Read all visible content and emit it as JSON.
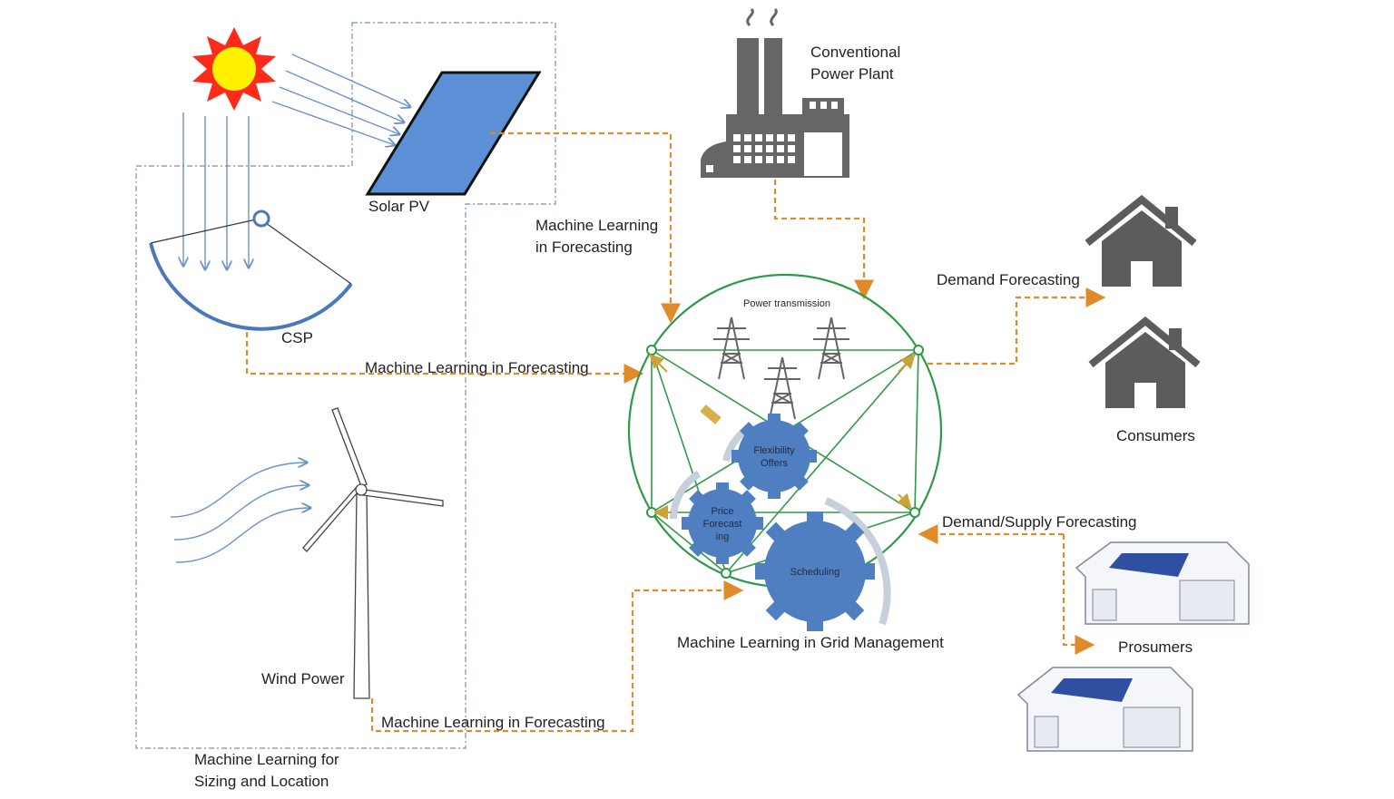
{
  "labels": {
    "conventional_line1": "Conventional",
    "conventional_line2": "Power Plant",
    "solar_pv": "Solar PV",
    "ml_forecasting_top_line1": "Machine Learning",
    "ml_forecasting_top_line2": "in Forecasting",
    "csp": "CSP",
    "ml_forecasting_mid": "Machine Learning in Forecasting",
    "wind_power": "Wind Power",
    "ml_forecasting_bottom": "Machine Learning in Forecasting",
    "ml_sizing_line1": "Machine Learning for",
    "ml_sizing_line2": "Sizing and Location",
    "demand_forecasting": "Demand Forecasting",
    "consumers": "Consumers",
    "demand_supply_forecasting": "Demand/Supply Forecasting",
    "prosumers": "Prosumers",
    "ml_grid_management": "Machine Learning in Grid Management",
    "power_transmission": "Power transmission"
  },
  "gears": {
    "flexibility_line1": "Flexibility",
    "flexibility_line2": "Offers",
    "price_line1": "Price",
    "price_line2": "Forecast",
    "price_line3": "ing",
    "scheduling": "Scheduling"
  },
  "colors": {
    "orange_arrow": "#e08a2a",
    "green_network": "#2e9a47",
    "gear_blue": "#4f7fc0",
    "solar_panel": "#5b8fd6",
    "building_gray": "#666666"
  }
}
